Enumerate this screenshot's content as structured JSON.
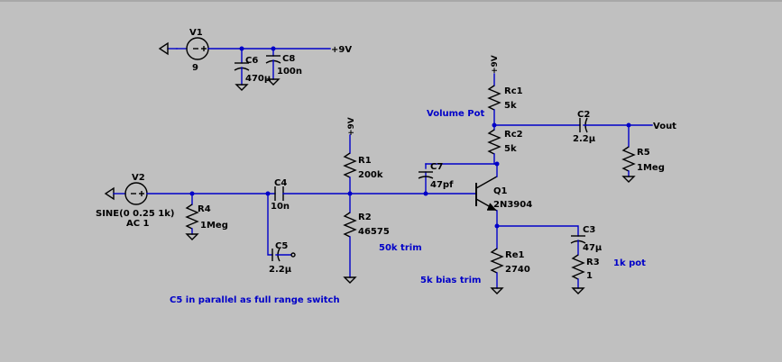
{
  "components": {
    "v1": {
      "name": "V1",
      "value": "9"
    },
    "v2": {
      "name": "V2",
      "value": "SINE(0 0.25 1k)",
      "ac": "AC 1"
    },
    "c6": {
      "name": "C6",
      "value": "470µ"
    },
    "c8": {
      "name": "C8",
      "value": "100n"
    },
    "c4": {
      "name": "C4",
      "value": "10n"
    },
    "c5": {
      "name": "C5",
      "value": "2.2µ"
    },
    "c7": {
      "name": "C7",
      "value": "47pf"
    },
    "c2": {
      "name": "C2",
      "value": "2.2µ"
    },
    "c3": {
      "name": "C3",
      "value": "47µ"
    },
    "r1": {
      "name": "R1",
      "value": "200k"
    },
    "r2": {
      "name": "R2",
      "value": "46575"
    },
    "r3": {
      "name": "R3",
      "value": "1"
    },
    "r4": {
      "name": "R4",
      "value": "1Meg"
    },
    "r5": {
      "name": "R5",
      "value": "1Meg"
    },
    "rc1": {
      "name": "Rc1",
      "value": "5k"
    },
    "rc2": {
      "name": "Rc2",
      "value": "5k"
    },
    "re1": {
      "name": "Re1",
      "value": "2740"
    },
    "q1": {
      "name": "Q1",
      "value": "2N3904"
    }
  },
  "nets": {
    "vplus_top": "+9V",
    "vplus_r1": "+9V",
    "vplus_rc1": "+9V",
    "vout": "Vout"
  },
  "notes": {
    "volume_pot": "Volume Pot",
    "trim_50k": "50k trim",
    "bias_trim": "5k bias trim",
    "pot_1k": "1k pot",
    "c5_note": "C5 in parallel as full range switch"
  }
}
